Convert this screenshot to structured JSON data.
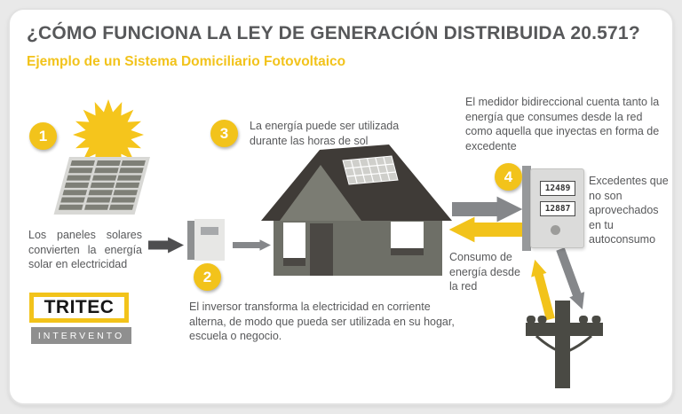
{
  "header": {
    "title": "¿CÓMO FUNCIONA LA LEY DE GENERACIÓN DISTRIBUIDA 20.571?",
    "subtitle": "Ejemplo de un Sistema Domiciliario Fotovoltaico"
  },
  "steps": {
    "s1": {
      "num": "1",
      "text": "Los paneles solares convierten la energía solar en electricidad"
    },
    "s2": {
      "num": "2",
      "text": "El inversor transforma la electricidad en corriente alterna, de modo que pueda ser utilizada en su hogar, escuela o negocio."
    },
    "s3": {
      "num": "3",
      "text": "La energía puede ser utilizada durante las horas de sol"
    },
    "s4": {
      "num": "4",
      "text": "El medidor bidireccional cuenta tanto la energía que consumes desde la red como aquella que inyectas en forma de excedente"
    }
  },
  "flows": {
    "consumption": "Consumo de energía desde la red",
    "surplus": "Excedentes que no son aprovechados en tu autoconsumo"
  },
  "meter": {
    "reading_top": "12489",
    "reading_bottom": "12887"
  },
  "logo": {
    "brand": "TRITEC",
    "subbrand": "INTERVENTO"
  },
  "graphics": [
    "sun-icon",
    "solar-panel-icon",
    "inverter-icon",
    "house-icon",
    "rooftop-panel-icon",
    "bidirectional-meter-icon",
    "utility-pole-icon"
  ],
  "colors": {
    "accent_yellow": "#F2C31B",
    "text_gray": "#58595B",
    "arrow_gray": "#85878A",
    "arrow_dark": "#4E4E50",
    "roof_dark": "#3F3B37",
    "wall_gray": "#6E6F67",
    "pole_gray": "#4A4A44",
    "card_bg": "#FFFFFF",
    "page_bg": "#E9E9E9"
  }
}
